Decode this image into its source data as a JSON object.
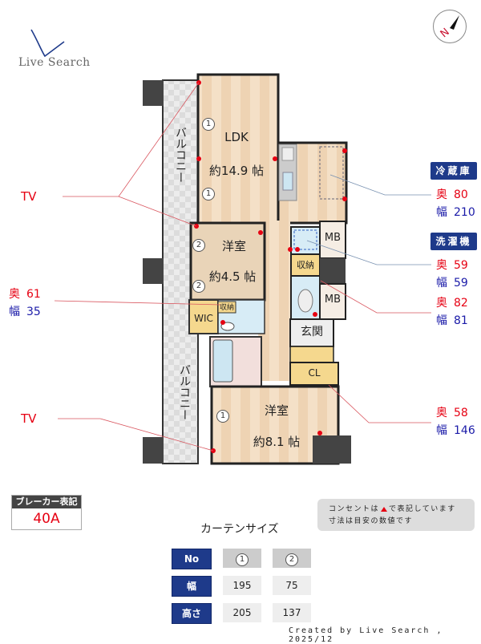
{
  "logo": {
    "text": "Live Search"
  },
  "compass": {
    "label": "N"
  },
  "rooms": {
    "ldk": {
      "name": "LDK",
      "size": "約14.9 帖"
    },
    "western1": {
      "name": "洋室",
      "size": "約4.5 帖"
    },
    "western2": {
      "name": "洋室",
      "size": "約8.1 帖"
    },
    "balcony_top": "バルコニー",
    "balcony_bottom": "バルコニー",
    "wic": "WIC",
    "storage_small": "収納",
    "storage": "収納",
    "mb1": "MB",
    "mb2": "MB",
    "entrance": "玄関",
    "cl": "CL"
  },
  "window_markers": {
    "m1": "1",
    "m2": "2"
  },
  "annotations": {
    "tv_top": "TV",
    "tv_bottom": "TV",
    "left_dim": {
      "depth_label": "奥",
      "depth": "61",
      "width_label": "幅",
      "width": "35"
    },
    "fridge": {
      "tag": "冷蔵庫",
      "depth_label": "奥",
      "depth": "80",
      "width_label": "幅",
      "width": "210"
    },
    "washer": {
      "tag": "洗濯機",
      "depth_label": "奥",
      "depth": "59",
      "width_label": "幅",
      "width": "59"
    },
    "storage_dim": {
      "depth_label": "奥",
      "depth": "82",
      "width_label": "幅",
      "width": "81"
    },
    "cl_dim": {
      "depth_label": "奥",
      "depth": "58",
      "width_label": "幅",
      "width": "146"
    }
  },
  "breaker": {
    "header": "ブレーカー表記",
    "value": "40A"
  },
  "note": {
    "line1_pre": "コンセントは",
    "line1_post": "で表記しています",
    "line2": "寸法は目安の数値です"
  },
  "curtain": {
    "title": "カーテンサイズ",
    "headers": [
      "No",
      "幅",
      "高さ"
    ],
    "columns": [
      {
        "no": "1",
        "width": "195",
        "height": "205"
      },
      {
        "no": "2",
        "width": "75",
        "height": "137"
      }
    ]
  },
  "footer": "Created by Live Search , 2025/12",
  "colors": {
    "accent_blue": "#1e3a8a",
    "red": "#e60012",
    "dim_blue": "#1a1aa8",
    "floor": "#f3dcc0",
    "wall": "#222222"
  }
}
